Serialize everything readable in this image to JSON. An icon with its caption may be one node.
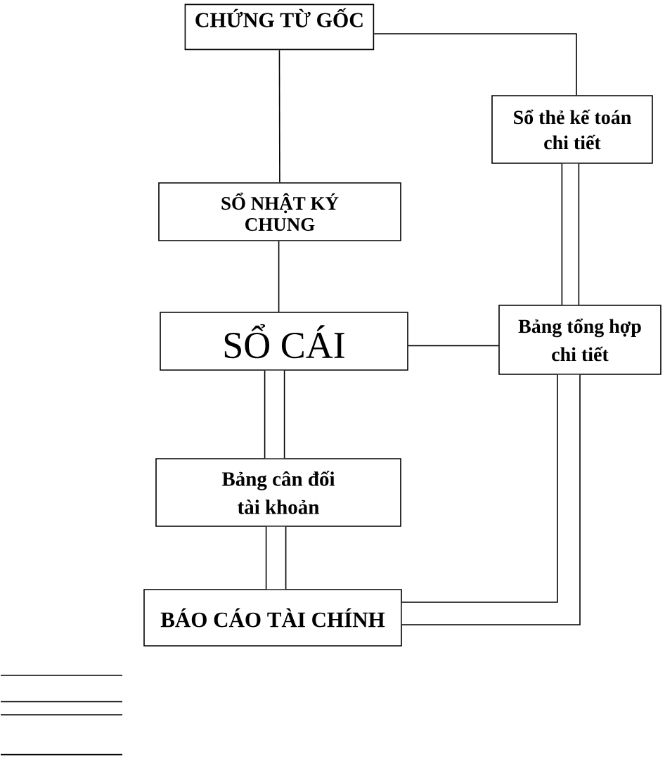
{
  "diagram": {
    "nodes": [
      {
        "text": [
          "CHỨNG TỪ GỐC"
        ]
      },
      {
        "text": [
          "Sổ thẻ kế toán chi tiết"
        ]
      },
      {
        "text": [
          "SỔ NHẬT KÝ CHUNG"
        ]
      },
      {
        "text": [
          "SỔ CÁI"
        ]
      },
      {
        "text": [
          "Bảng tổng hợp chi tiết"
        ]
      },
      {
        "text": [
          "Bảng cân đối tài khoản"
        ]
      },
      {
        "text": [
          "BÁO CÁO TÀI CHÍNH"
        ]
      }
    ],
    "edges": [
      {
        "from": 0,
        "to": 2,
        "arrow": "none"
      },
      {
        "from": 0,
        "to": 1,
        "arrow": "none"
      },
      {
        "from": 2,
        "to": 3,
        "arrow": "none"
      },
      {
        "from": 1,
        "to": 4,
        "arrow": "none",
        "style": "thick"
      },
      {
        "from": 3,
        "to": 4,
        "arrow": "none"
      },
      {
        "from": 3,
        "to": 5,
        "arrow": "none",
        "style": "thick"
      },
      {
        "from": 5,
        "to": 6,
        "arrow": "none",
        "style": "thick"
      },
      {
        "from": 4,
        "to": 6,
        "arrow": "none",
        "style": "thick"
      }
    ]
  }
}
